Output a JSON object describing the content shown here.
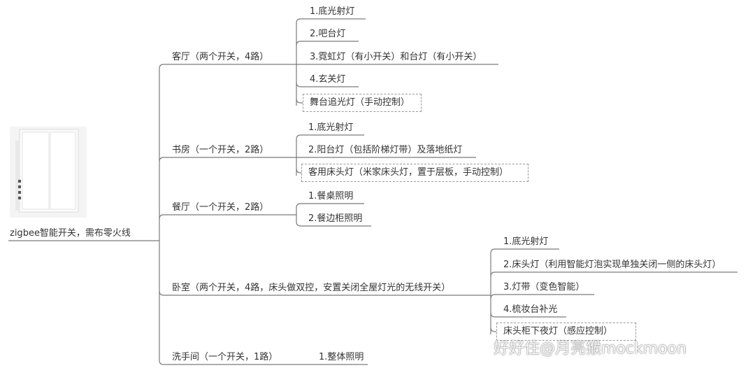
{
  "root": {
    "label": "zigbee智能开关，需布零火线"
  },
  "rooms": [
    {
      "label": "客厅（两个开关，4路）",
      "items": [
        {
          "label": "1.底光射灯",
          "dashed": false
        },
        {
          "label": "2.吧台灯",
          "dashed": false
        },
        {
          "label": "3.霓虹灯（有小开关）和台灯（有小开关）",
          "dashed": false
        },
        {
          "label": "4.玄关灯",
          "dashed": false
        },
        {
          "label": "舞台追光灯（手动控制）",
          "dashed": true
        }
      ]
    },
    {
      "label": "书房（一个开关，2路）",
      "items": [
        {
          "label": "1.底光射灯",
          "dashed": false
        },
        {
          "label": "2.阳台灯（包括阶梯灯带）及落地纸灯",
          "dashed": false
        },
        {
          "label": "客用床头灯（米家床头灯，置于层板，手动控制）",
          "dashed": true
        }
      ]
    },
    {
      "label": "餐厅（一个开关，2路）",
      "items": [
        {
          "label": "1.餐桌照明",
          "dashed": false
        },
        {
          "label": "2.餐边柜照明",
          "dashed": false
        }
      ]
    },
    {
      "label": "卧室（两个开关，4路，床头做双控，安置关闭全屋灯光的无线开关）",
      "items": [
        {
          "label": "1.底光射灯",
          "dashed": false
        },
        {
          "label": "2.床头灯（利用智能灯泡实现单独关闭一侧的床头灯）",
          "dashed": false
        },
        {
          "label": "3.灯带（变色智能）",
          "dashed": false
        },
        {
          "label": "4.梳妆台补光",
          "dashed": false
        },
        {
          "label": "床头柜下夜灯（感应控制）",
          "dashed": true
        }
      ]
    },
    {
      "label": "洗手间（一个开关，1路）",
      "items": [
        {
          "label": "1.整体照明",
          "dashed": false
        }
      ]
    }
  ],
  "watermark": "好好住@月亮猴mockmoon",
  "colors": {
    "line": "#7a7a7a",
    "text": "#333333",
    "dash": "#9a9a9a"
  }
}
